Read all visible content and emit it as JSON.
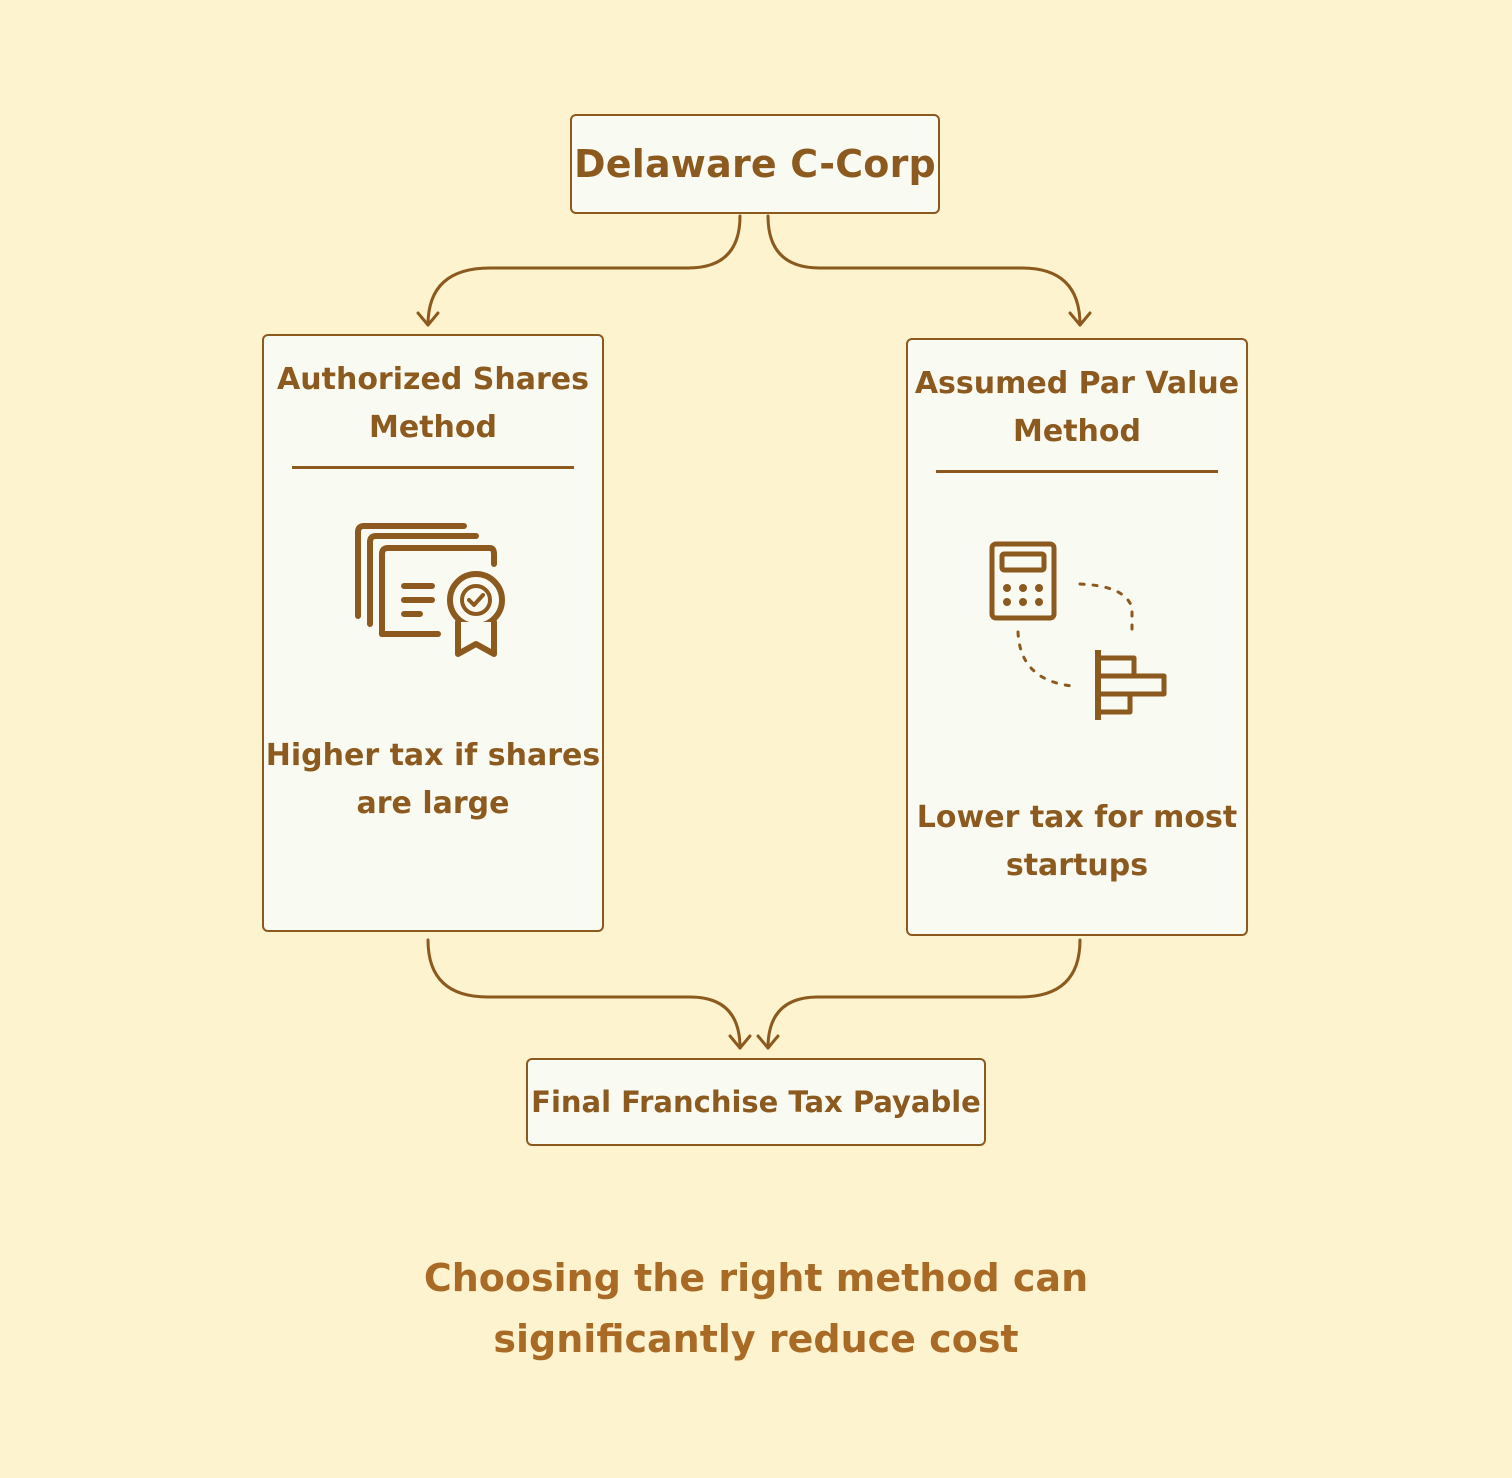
{
  "top": {
    "label": "Delaware C-Corp"
  },
  "left_method": {
    "title_line1": "Authorized Shares",
    "title_line2": "Method",
    "icon": "certificate-icon",
    "desc_line1": "Higher tax if shares",
    "desc_line2": "are large"
  },
  "right_method": {
    "title_line1": "Assumed Par Value",
    "title_line2": "Method",
    "icon": "calculator-chart-icon",
    "desc_line1": "Lower tax for most",
    "desc_line2": "startups"
  },
  "bottom": {
    "label": "Final Franchise Tax Payable"
  },
  "caption": {
    "line1": "Choosing the right method can",
    "line2": "significantly reduce cost"
  },
  "colors": {
    "background": "#fdf3cf",
    "box": "#f9faf2",
    "accent": "#8c5a1e"
  }
}
